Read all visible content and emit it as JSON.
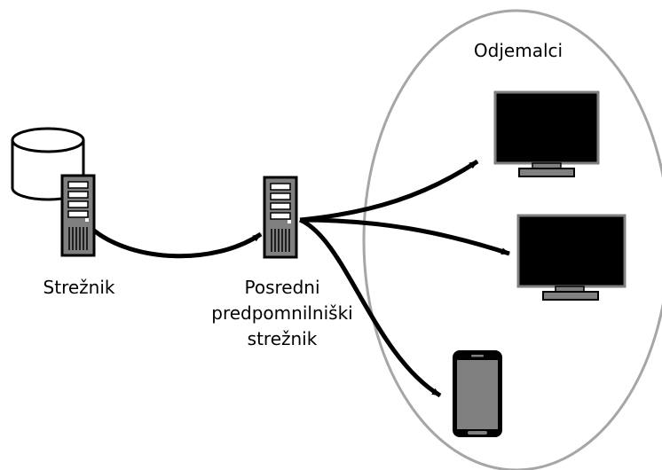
{
  "diagram": {
    "group_label": "Odjemalci",
    "origin_server_label": "Strežnik",
    "proxy_label_lines": [
      "Posredni",
      "predpomnilniški",
      "strežnik"
    ]
  },
  "icons": {
    "database": "database-cylinder-icon",
    "origin_server": "server-tower-icon",
    "proxy_server": "server-tower-icon",
    "client_1": "monitor-icon",
    "client_2": "monitor-icon",
    "client_3": "smartphone-icon"
  },
  "colors": {
    "stroke": "#000000",
    "ellipse": "#a6a6a6",
    "server_body": "#808080",
    "screen": "#000000",
    "monitor_frame": "#808080",
    "phone_screen": "#808080"
  }
}
